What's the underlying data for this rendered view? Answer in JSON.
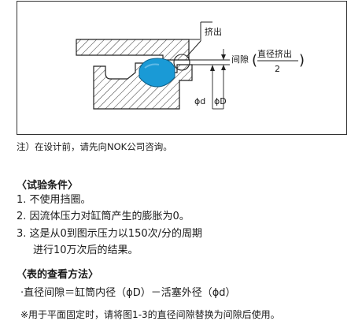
{
  "diagram": {
    "label_extrusion": "挤出",
    "label_gap": "间隙",
    "fraction_numerator": "直径挤出",
    "fraction_denominator": "2",
    "label_bore": "ϕd",
    "label_rod": "ϕD",
    "seal_color": "#1a9ad6"
  },
  "note": "注）在设计前，请先向NOK公司咨询。",
  "test_conditions": {
    "heading": "〈试验条件〉",
    "items": [
      "1. 不使用挡圈。",
      "2. 因流体压力对缸筒产生的膨胀为0。",
      "3. 这是从0到图示压力以150次/分的周期",
      "进行10万次后的结果。"
    ]
  },
  "how_to_read": {
    "heading": "〈表的查看方法〉",
    "formula": "·直径间隙＝缸筒内径（ϕD）－活塞外径（ϕd）",
    "remark": "※用于平面固定时，请将图1-3的直径间隙替换为间隙后使用。"
  }
}
